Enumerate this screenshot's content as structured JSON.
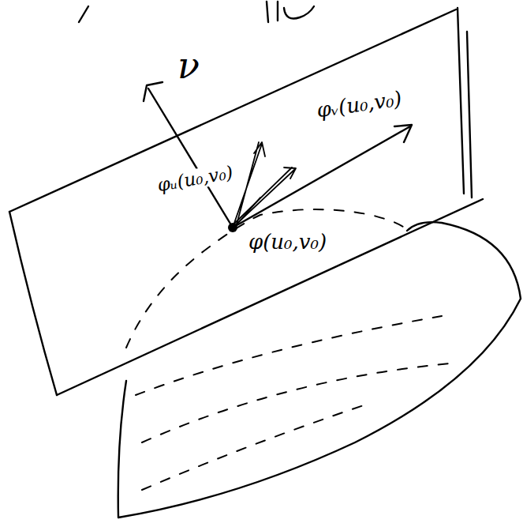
{
  "diagram": {
    "labels": [
      "ν",
      "φᵥ(u₀,v₀)",
      "φᵤ(u₀,v₀)",
      "φ(u₀,v₀)"
    ]
  }
}
